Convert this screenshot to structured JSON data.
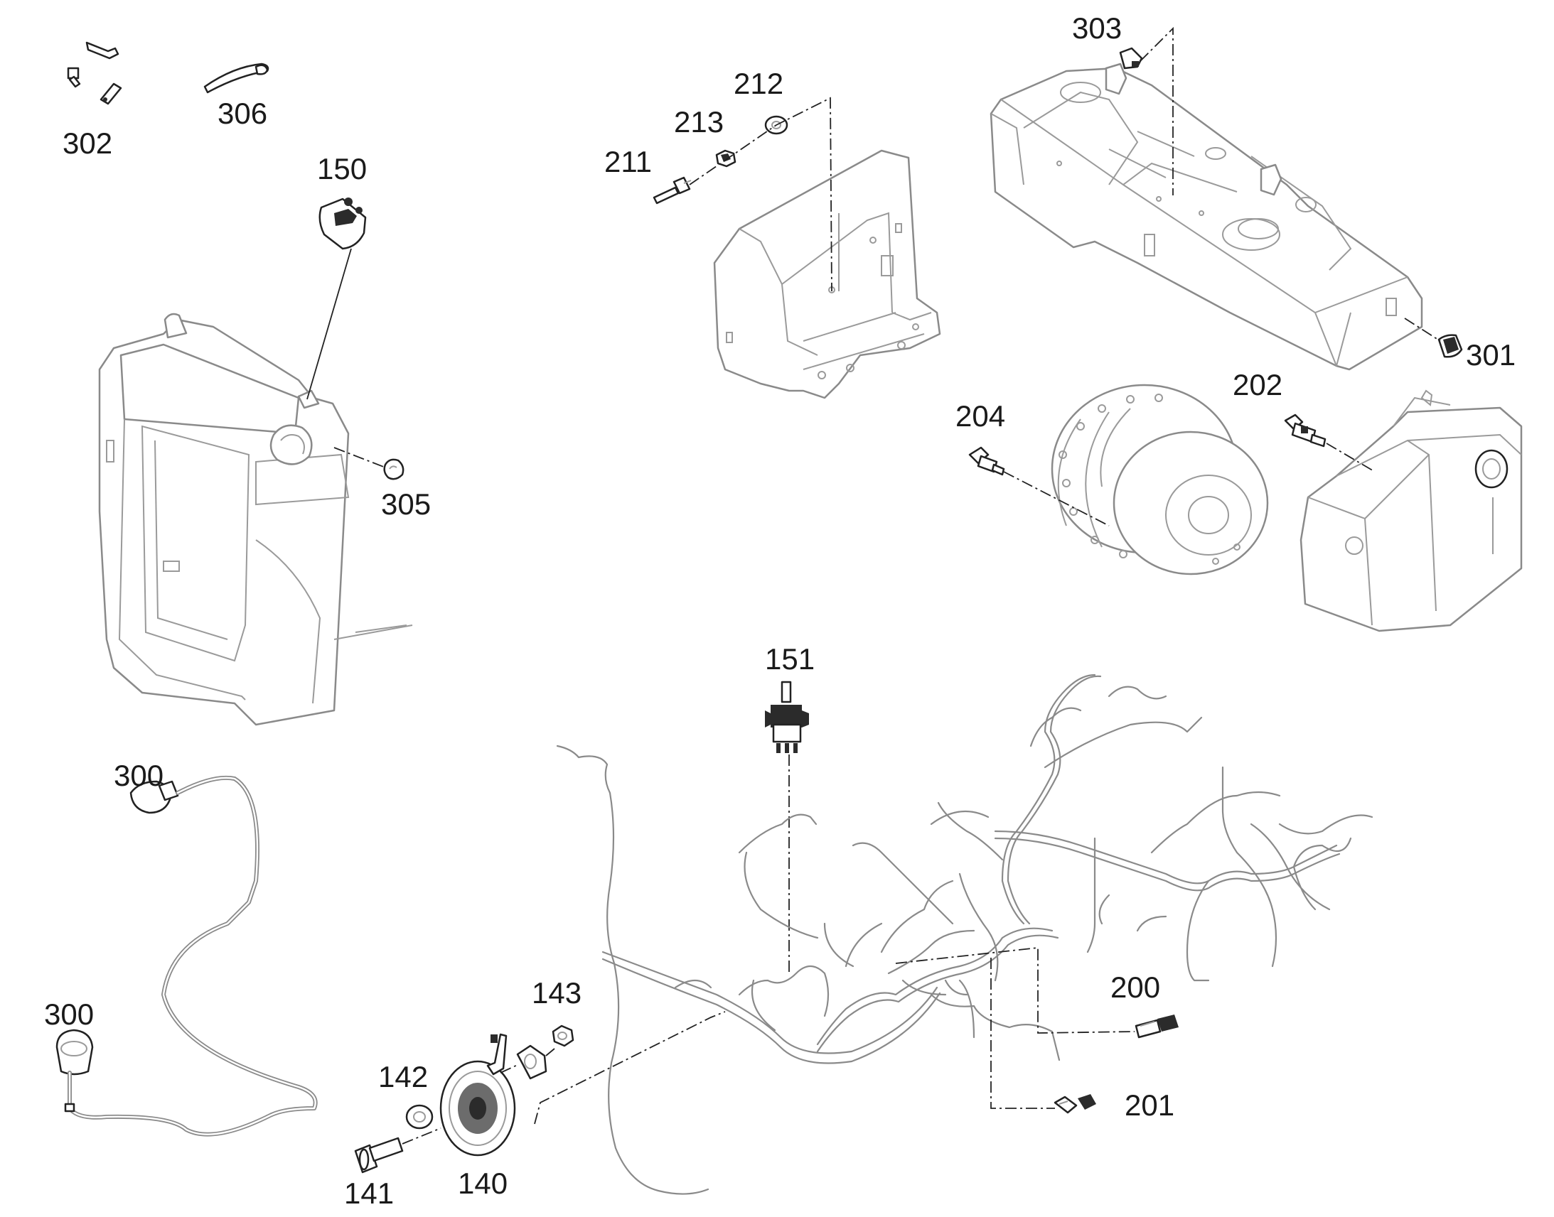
{
  "callouts": {
    "c300a": "300",
    "c300b": "300",
    "c302": "302",
    "c306": "306",
    "c150": "150",
    "c305": "305",
    "c211": "211",
    "c213": "213",
    "c212": "212",
    "c303": "303",
    "c301": "301",
    "c202": "202",
    "c204": "204",
    "c151": "151",
    "c143": "143",
    "c142": "142",
    "c141": "141",
    "c140": "140",
    "c200": "200",
    "c201": "201"
  }
}
